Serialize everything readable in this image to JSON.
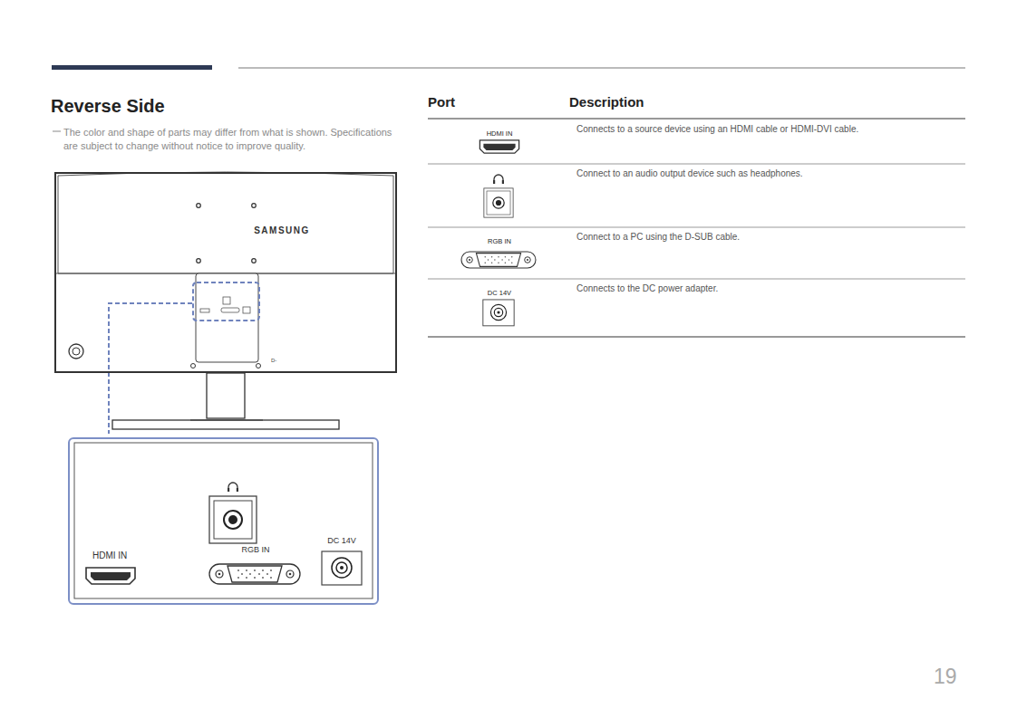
{
  "diagram": {
    "title": "Reverse Side",
    "nodes": [
      {
        "text": [
          "SAMSUNG",
          "D-"
        ]
      },
      {
        "text": [
          "HDMI IN",
          "RGB IN",
          "DC 14V"
        ]
      }
    ],
    "labels": [
      "The color and shape of parts may differ from what is shown. Specifications are subject to change without notice to improve quality.",
      "Port",
      "Description",
      "HDMI IN",
      "Connects to a source device using an HDMI cable or HDMI-DVI cable.",
      "Connect to an audio output device such as headphones.",
      "RGB IN",
      "Connect to a PC using the D-SUB cable.",
      "DC 14V",
      "Connects to the DC power adapter.",
      "19"
    ]
  }
}
